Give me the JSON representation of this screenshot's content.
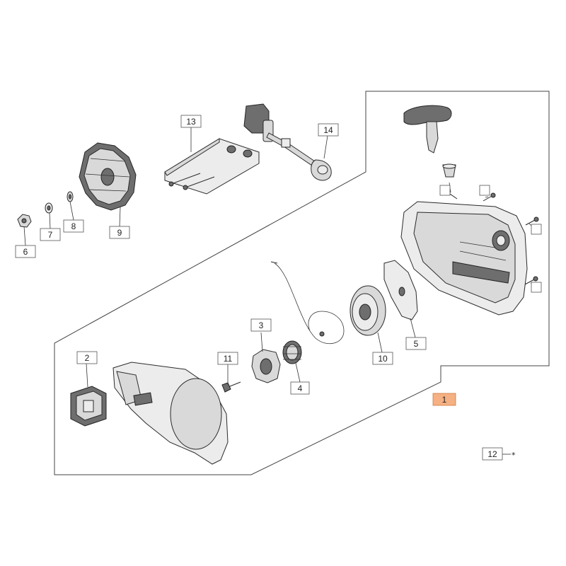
{
  "callouts": [
    {
      "id": "1",
      "label": "1",
      "highlight": true
    },
    {
      "id": "2",
      "label": "2"
    },
    {
      "id": "3",
      "label": "3"
    },
    {
      "id": "4",
      "label": "4"
    },
    {
      "id": "5",
      "label": "5"
    },
    {
      "id": "6",
      "label": "6"
    },
    {
      "id": "7",
      "label": "7"
    },
    {
      "id": "8",
      "label": "8"
    },
    {
      "id": "9",
      "label": "9"
    },
    {
      "id": "10",
      "label": "10"
    },
    {
      "id": "11",
      "label": "11"
    },
    {
      "id": "12",
      "label": "12"
    },
    {
      "id": "13",
      "label": "13"
    },
    {
      "id": "14",
      "label": "14"
    }
  ],
  "star_symbol": "*",
  "colors": {
    "highlight_fill": "#f5b183",
    "line": "#333333",
    "part_fill": "#d9d9d9"
  }
}
